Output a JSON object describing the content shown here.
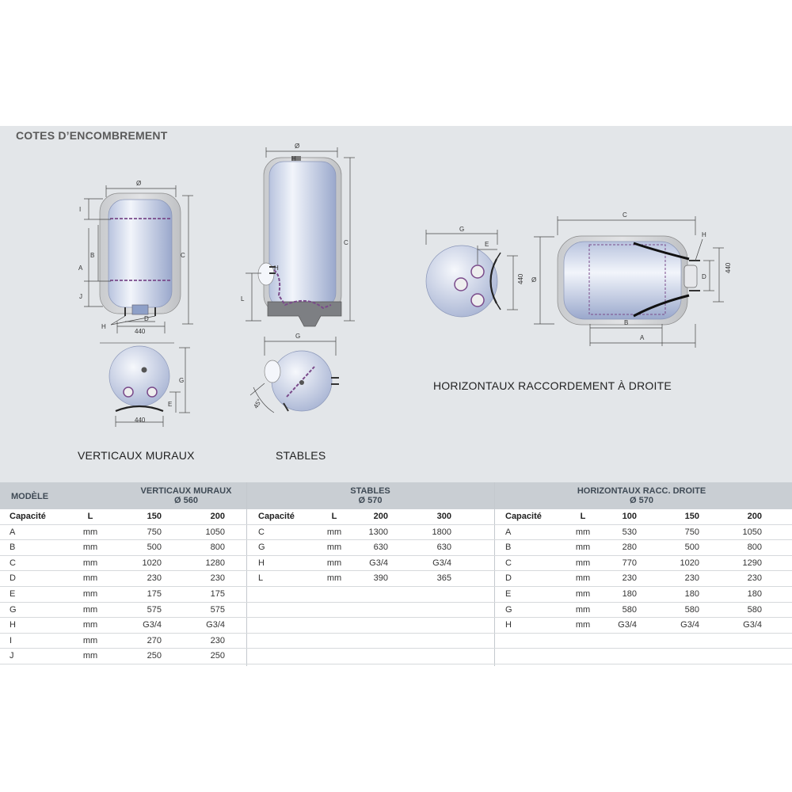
{
  "section_title": "COTES D’ENCOMBREMENT",
  "captions": {
    "vertical": "VERTICAUX MURAUX",
    "stable": "STABLES",
    "horizontal": "HORIZONTAUX RACCORDEMENT À DROITE"
  },
  "diagram_labels": {
    "v_diam": "Ø",
    "v_I": "I",
    "v_A": "A",
    "v_B": "B",
    "v_J": "J",
    "v_C": "C",
    "v_H": "H",
    "v_D": "D",
    "v_440": "440",
    "vb_G": "G",
    "vb_E": "E",
    "vb_440": "440",
    "s_diam": "Ø",
    "s_H1": "H",
    "s_H2": "H",
    "s_C": "C",
    "s_L": "L",
    "sb_G": "G",
    "sb_45": "45°",
    "hs_G": "G",
    "hs_E": "E",
    "hs_440": "440",
    "h_C": "C",
    "h_H": "H",
    "h_diam": "Ø",
    "h_D": "D",
    "h_440": "440",
    "h_B": "B",
    "h_A": "A"
  },
  "table": {
    "model_label": "MODÈLE",
    "groups": [
      {
        "title": "VERTICAUX MURAUX",
        "subtitle": "Ø 560",
        "header": [
          "Capacité",
          "L",
          "150",
          "200"
        ],
        "rows": [
          [
            "A",
            "mm",
            "750",
            "1050"
          ],
          [
            "B",
            "mm",
            "500",
            "800"
          ],
          [
            "C",
            "mm",
            "1020",
            "1280"
          ],
          [
            "D",
            "mm",
            "230",
            "230"
          ],
          [
            "E",
            "mm",
            "175",
            "175"
          ],
          [
            "G",
            "mm",
            "575",
            "575"
          ],
          [
            "H",
            "mm",
            "G3/4",
            "G3/4"
          ],
          [
            "I",
            "mm",
            "270",
            "230"
          ],
          [
            "J",
            "mm",
            "250",
            "250"
          ]
        ]
      },
      {
        "title": "STABLES",
        "subtitle": "Ø 570",
        "header": [
          "Capacité",
          "L",
          "200",
          "300"
        ],
        "rows": [
          [
            "C",
            "mm",
            "1300",
            "1800"
          ],
          [
            "G",
            "mm",
            "630",
            "630"
          ],
          [
            "H",
            "mm",
            "G3/4",
            "G3/4"
          ],
          [
            "L",
            "mm",
            "390",
            "365"
          ]
        ]
      },
      {
        "title": "HORIZONTAUX RACC. DROITE",
        "subtitle": "Ø 570",
        "header": [
          "Capacité",
          "L",
          "100",
          "150",
          "200"
        ],
        "rows": [
          [
            "A",
            "mm",
            "530",
            "750",
            "1050"
          ],
          [
            "B",
            "mm",
            "280",
            "500",
            "800"
          ],
          [
            "C",
            "mm",
            "770",
            "1020",
            "1290"
          ],
          [
            "D",
            "mm",
            "230",
            "230",
            "230"
          ],
          [
            "E",
            "mm",
            "180",
            "180",
            "180"
          ],
          [
            "G",
            "mm",
            "580",
            "580",
            "580"
          ],
          [
            "H",
            "mm",
            "G3/4",
            "G3/4",
            "G3/4"
          ]
        ]
      }
    ]
  }
}
